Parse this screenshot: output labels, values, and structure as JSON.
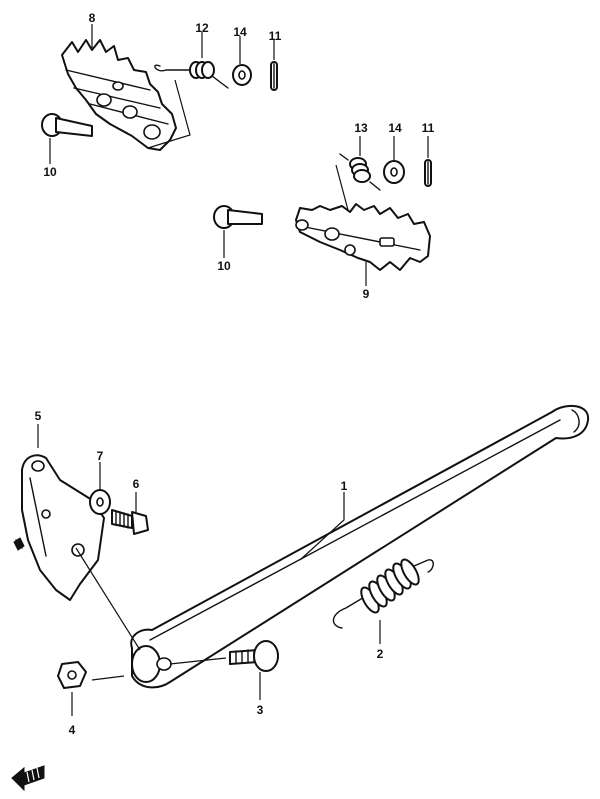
{
  "callouts": {
    "c1": "1",
    "c2": "2",
    "c3": "3",
    "c4": "4",
    "c5": "5",
    "c6": "6",
    "c7": "7",
    "c8": "8",
    "c9": "9",
    "c10a": "10",
    "c10b": "10",
    "c11a": "11",
    "c11b": "11",
    "c12": "12",
    "c13": "13",
    "c14a": "14",
    "c14b": "14"
  },
  "front_icon": "front-arrow-icon",
  "colors": {
    "line": "#111111",
    "background": "#ffffff"
  }
}
